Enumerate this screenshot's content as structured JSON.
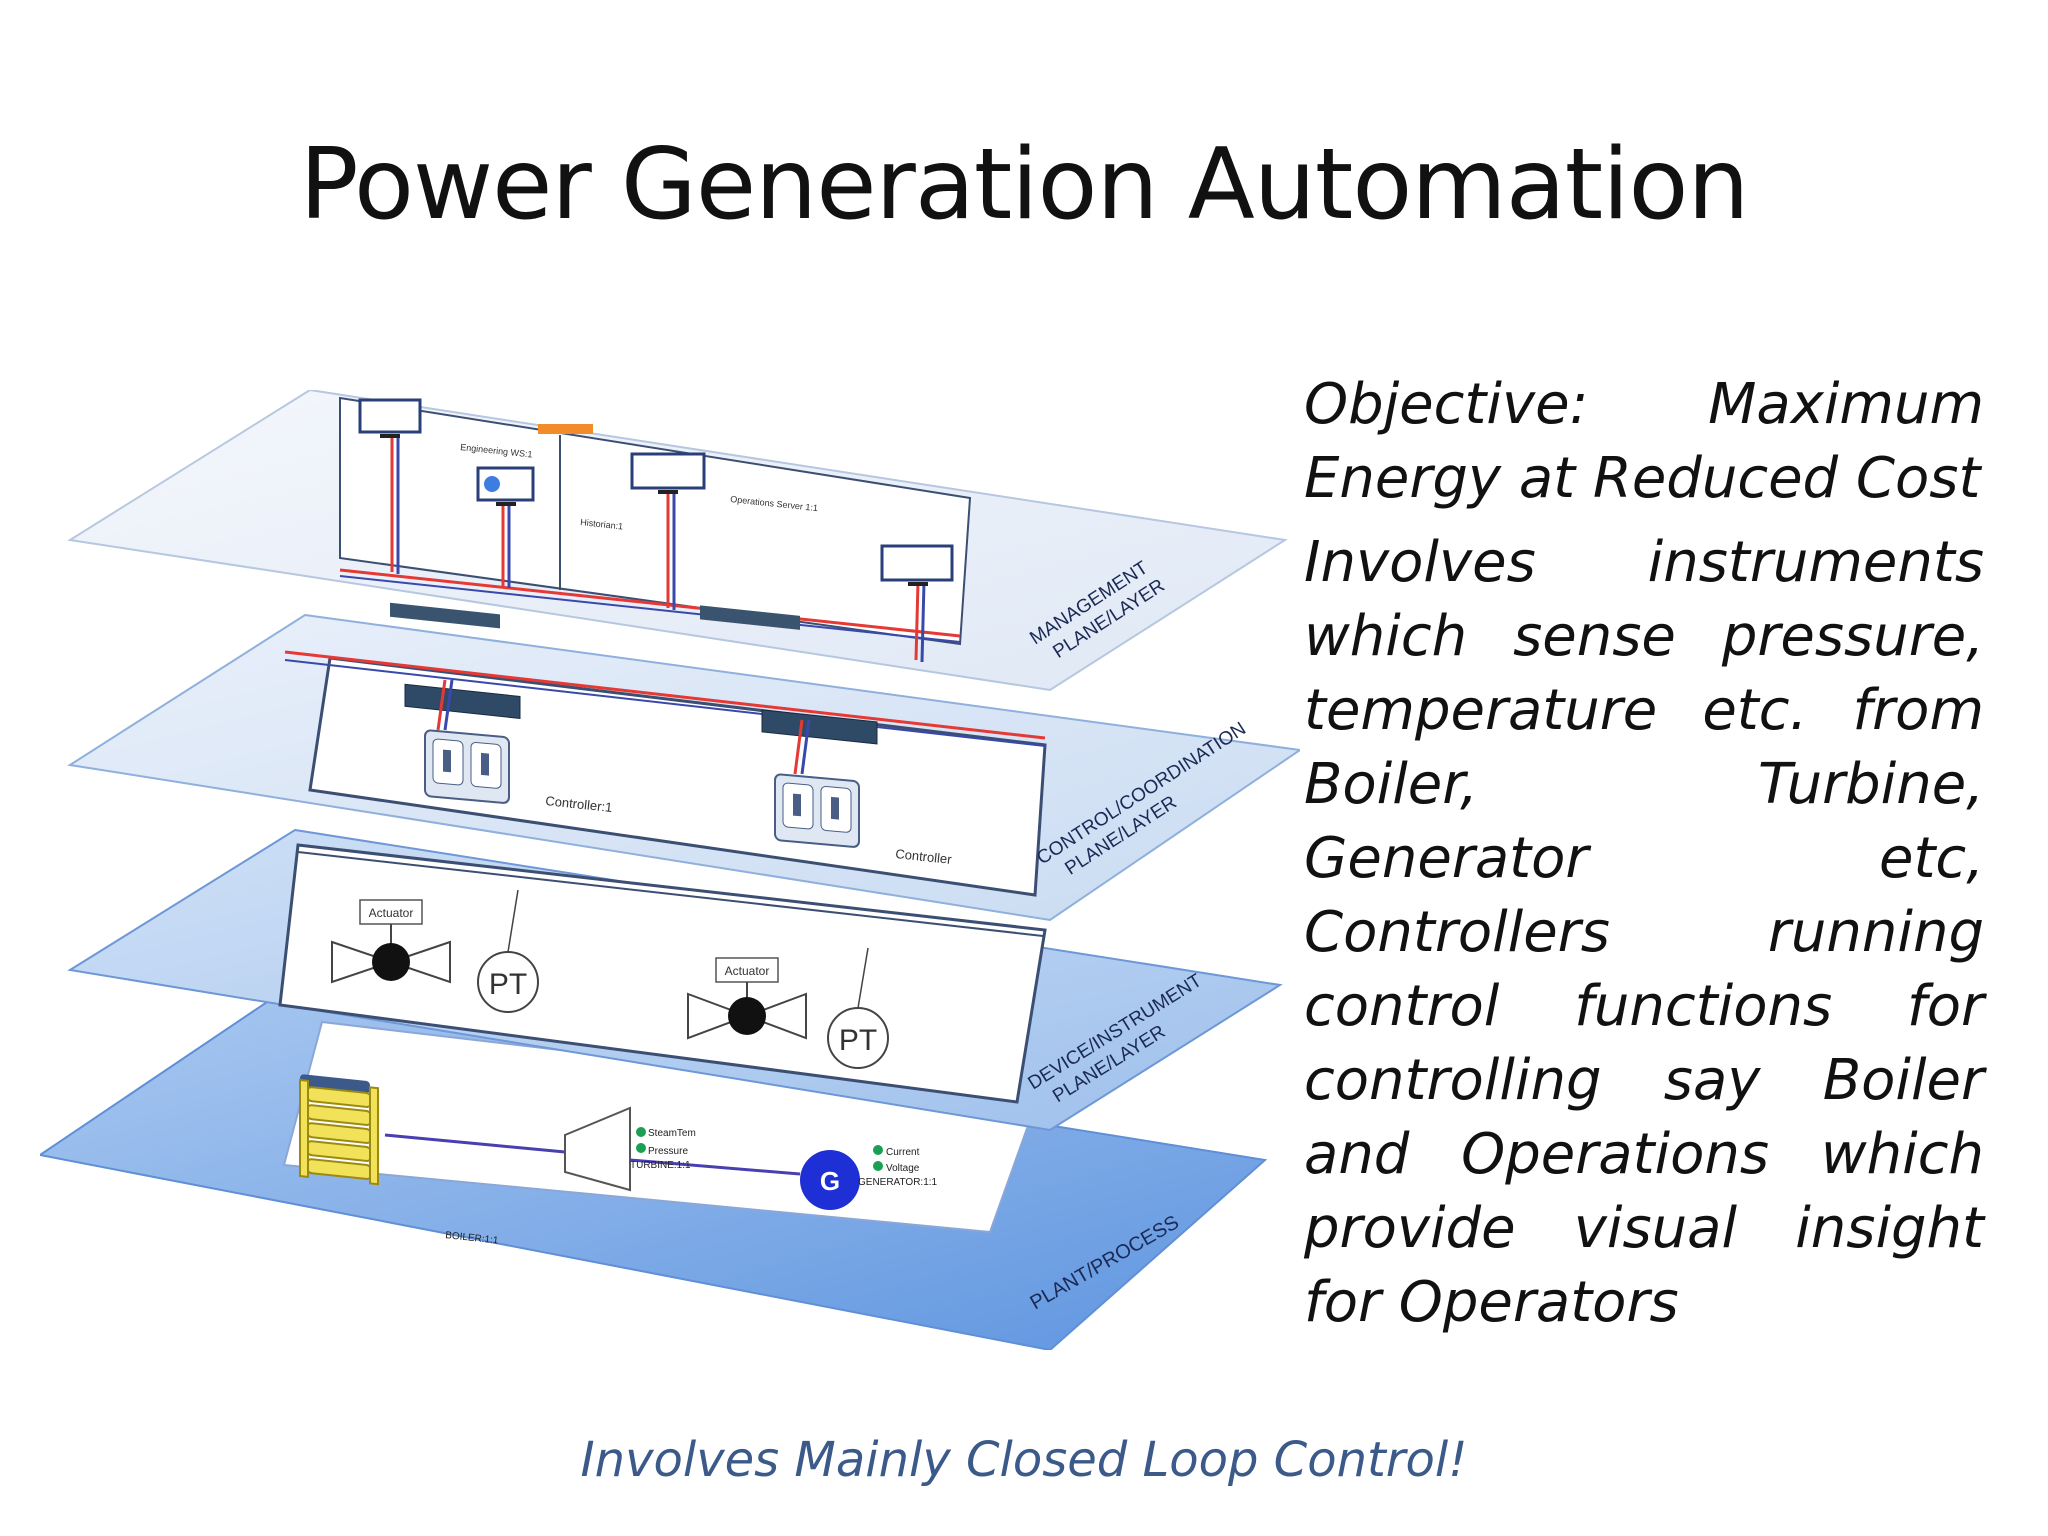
{
  "slide": {
    "title": "Power Generation Automation",
    "footer": "Involves Mainly Closed Loop Control!"
  },
  "bullets": [
    "Objective: Maximum Energy at Reduced Cost",
    "Involves instruments which sense pressure, temperature etc. from Boiler, Turbine, Generator etc, Controllers running control functions for controlling say Boiler and Operations which provide visual insight for Operators"
  ],
  "diagram": {
    "layers": {
      "management": [
        "MANAGEMENT",
        "PLANE/LAYER"
      ],
      "control": [
        "CONTROL/COORDINATION",
        "PLANE/LAYER"
      ],
      "device": [
        "DEVICE/INSTRUMENT",
        "PLANE/LAYER"
      ],
      "plant": "PLANT/PROCESS"
    },
    "management_labels": {
      "engineering": "Engineering WS:1",
      "historian": "Historian:1",
      "operations": "Operations Server 1:1"
    },
    "control_labels": {
      "controller1": "Controller:1",
      "controller2": "Controller"
    },
    "device_labels": {
      "actuator": "Actuator",
      "pt": "PT"
    },
    "plant_labels": {
      "boiler": "BOILER:1:1",
      "turbine": "TURBINE:1:1",
      "generator": "GENERATOR:1:1",
      "generator_symbol": "G",
      "steam_temp": "SteamTem",
      "pressure": "Pressure",
      "current": "Current",
      "voltage": "Voltage"
    },
    "colors": {
      "network_red": "#e53935",
      "network_blue": "#3949ab",
      "plane_light": "#eaf1fb",
      "plane_mid": "#cddff5",
      "plane_dark": "#8fb4e8",
      "generator": "#1f2fd6",
      "boiler": "#f2e25a"
    }
  }
}
